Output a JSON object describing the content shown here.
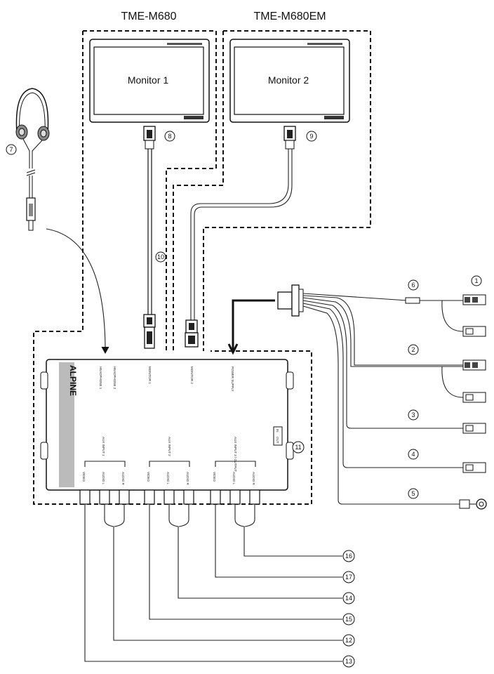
{
  "titles": {
    "left": "TME-M680",
    "right": "TME-M680EM"
  },
  "monitors": {
    "m1": "Monitor 1",
    "m2": "Monitor 2"
  },
  "callouts": {
    "c1": "1",
    "c2": "2",
    "c3": "3",
    "c4": "4",
    "c5": "5",
    "c6": "6",
    "c7": "7",
    "c8": "8",
    "c9": "9",
    "c10": "10",
    "c11": "11",
    "c12": "12",
    "c13": "13",
    "c14": "14",
    "c15": "15",
    "c16": "16",
    "c17": "17"
  },
  "unit": {
    "logo": "ALPINE",
    "ports_top": [
      "HEADPHONE 1",
      "HEADPHONE 2",
      "MONITOR 1",
      "MONITOR 2",
      "POWER SUPPLY"
    ],
    "aux_inputs": [
      "AUX INPUT 1",
      "AUX INPUT 2",
      "AUX INPUT 3 / OUTPUT"
    ],
    "rca_labels": [
      "VIDEO",
      "AUDIO L",
      "AUDIO R"
    ],
    "in_out_labels": [
      "IN",
      "OUT"
    ]
  }
}
